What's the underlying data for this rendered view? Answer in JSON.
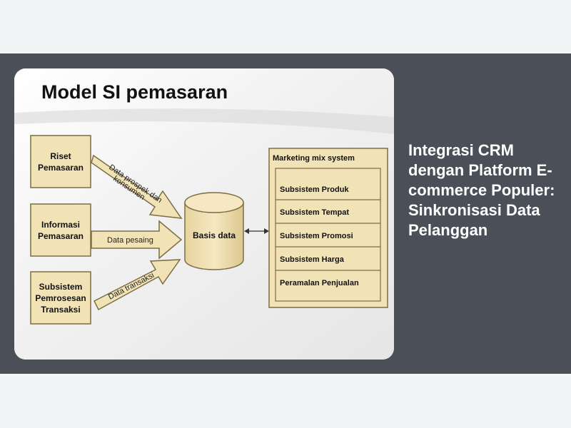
{
  "headline": "Integrasi CRM dengan Platform E-commerce Populer: Sinkronisasi Data Pelanggan",
  "diagram": {
    "title": "Model SI pemasaran",
    "inputs": [
      {
        "line1": "Riset",
        "line2": "Pemasaran",
        "line3": ""
      },
      {
        "line1": "Informasi",
        "line2": "Pemasaran",
        "line3": ""
      },
      {
        "line1": "Subsistem",
        "line2": "Pemrosesan",
        "line3": "Transaksi"
      }
    ],
    "arrows": [
      {
        "line1": "Data prospek dan",
        "line2": "konsumen"
      },
      {
        "line1": "Data pesaing",
        "line2": ""
      },
      {
        "line1": "Data transaksi",
        "line2": ""
      }
    ],
    "database": "Basis data",
    "marketing_mix": {
      "title": "Marketing mix system",
      "items": [
        "Subsistem Produk",
        "Subsistem Tempat",
        "Subsistem Promosi",
        "Subsistem Harga",
        "Peramalan Penjualan"
      ]
    },
    "colors": {
      "box_fill": "#f2e3b6",
      "box_stroke": "#7c6d45",
      "band": "#4b5058"
    }
  }
}
